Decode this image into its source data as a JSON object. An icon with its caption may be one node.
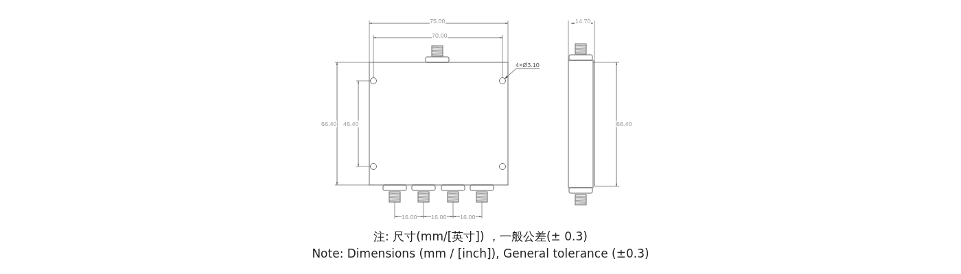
{
  "diagram": {
    "nodes": [
      {
        "text": [
          "4×Ø3.10"
        ]
      },
      {
        "text": [],
        "shape": "circle"
      }
    ],
    "edges": [
      {
        "from": 0,
        "to": 1,
        "arrow": "to"
      }
    ],
    "labels": [
      "75.00",
      "14.70",
      "70.00",
      "66.40",
      "46.40",
      "66.40",
      "16.00",
      "16.00",
      "16.00",
      "注: 尺寸(mm/[英寸]) ，一般公差(± 0.3)",
      "Note: Dimensions (mm / [inch]), General tolerance (±0.3)"
    ]
  }
}
